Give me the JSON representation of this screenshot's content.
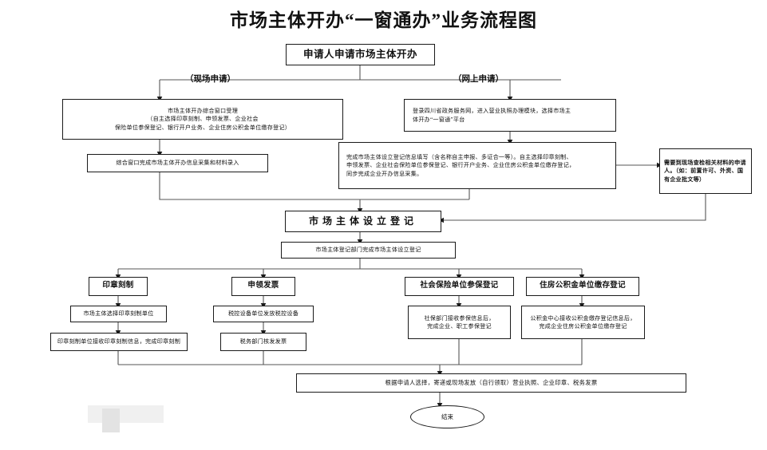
{
  "title": "市场主体开办“一窗通办”业务流程图",
  "branch_labels": {
    "onsite": "（现场申请）",
    "online": "（网上申请）"
  },
  "nodes": {
    "start": "申请人申请市场主体开办",
    "onsite_accept": "市场主体开办综合窗口受理\n（自主选择印章刻制、申领发票、企业社会\n保险单位参保登记、银行开户业务、企业住房公积金单位缴存登记）",
    "onsite_collect": "综合窗口完成市场主体开办信息采集和材料录入",
    "online_login": "登录四川省政务服务网，进入营业执照办理模块，选择市场主\n体开办“一窗通”平台",
    "online_fill": "完成市场主体设立登记信息填写（含名称自主申报、多证合一等）。自主选择印章刻制、\n申领发票、企业社会保险单位参保登记、银行开户业务、企业住房公积金单位缴存登记，\n同步完成企业开办信息采集。",
    "onsite_verify": "需要到现场查检相关材料的申请\n人。（如：前置许可、外资、国\n有企业批文等）",
    "establish_reg": "市场主体设立登记",
    "reg_dept_done": "市场主体登记部门完成市场主体设立登记",
    "seal_title": "印章刻制",
    "seal_step1": "市场主体选择印章刻制单位",
    "seal_step2": "印章刻制单位接收印章刻制信息，完成印章刻制",
    "invoice_title": "申领发票",
    "invoice_step1": "税控设备单位发放税控设备",
    "invoice_step2": "税务部门核发发票",
    "social_title": "社会保险单位参保登记",
    "social_step1": "社保部门接收参保信息后，\n完成企业、职工参保登记",
    "fund_title": "住房公积金单位缴存登记",
    "fund_step1": "公积金中心接收公积金缴存登记信息后，\n完成企业住房公积金单位缴存登记",
    "deliver": "根据申请人选择，寄递或现场发放（自行领取）营业执照、企业印章、税务发票",
    "end": "结束"
  },
  "colors": {
    "border": "#1a1a1a",
    "line": "#555555",
    "background": "#ffffff",
    "text": "#111111"
  }
}
